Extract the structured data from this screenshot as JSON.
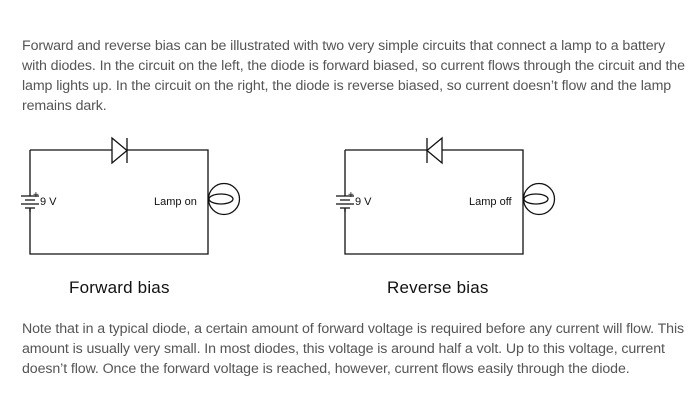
{
  "intro_paragraph": "Forward and reverse bias can be illustrated with two very simple circuits that connect a lamp to a battery with diodes. In the circuit on the left, the diode is forward biased, so current flows through the circuit and the lamp lights up. In the circuit on the right, the diode is reverse biased, so current doesn’t flow and the lamp remains dark.",
  "figure": {
    "left_circuit": {
      "battery_label": "9 V",
      "battery_polarity": "+",
      "lamp_label": "Lamp on",
      "diode_direction": "forward",
      "caption": "Forward bias"
    },
    "right_circuit": {
      "battery_label": "9 V",
      "battery_polarity": "+",
      "lamp_label": "Lamp off",
      "diode_direction": "reverse",
      "caption": "Reverse bias"
    }
  },
  "note_paragraph": "Note that in a typical diode, a certain amount of forward voltage is required before any current will flow. This amount is usually very small. In most diodes, this voltage is around half a volt. Up to this voltage, current doesn’t flow. Once the forward voltage is reached, however, current flows easily through the diode."
}
